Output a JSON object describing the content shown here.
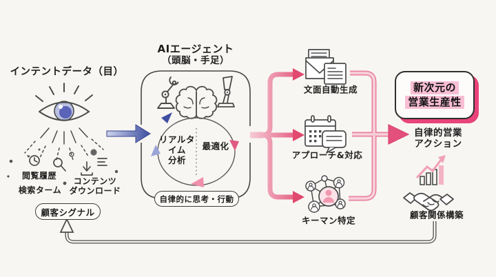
{
  "intent": {
    "title": "インテントデータ（目）",
    "signals": {
      "history": "閲覧履歴",
      "search": "検索ターム",
      "content": "コンテンツ\nダウンロード"
    },
    "badge": "顧客シグナル"
  },
  "agent": {
    "title": "AIエージェント",
    "subtitle": "（頭脳・手足）",
    "left_label": "リアルタ\nイム\n分析",
    "right_label": "最適化",
    "bottom_label": "自律的に思考・行動"
  },
  "outputs": {
    "generate": "文面自動生成",
    "approach": "アプローチ&対応",
    "keyman": "キーマン特定"
  },
  "result": {
    "badge_line1": "新次元の",
    "badge_line2": "営業生産性",
    "action": "自律的営業\nアクション",
    "relationship": "顧客関係構築"
  },
  "icons": {
    "eye": "eye-icon",
    "history": "history-icon",
    "search": "magnifier-icon",
    "download": "download-icon",
    "list": "list-icon",
    "robot_arm": "robot-arm-icon",
    "brain": "brain-icon",
    "robot_leg": "robot-leg-icon",
    "mail": "mail-doc-icon",
    "calendar": "calendar-chat-icon",
    "network": "network-people-icon",
    "growth": "growth-chart-icon",
    "handshake": "handshake-icon"
  },
  "colors": {
    "background": "#f8f6f2",
    "ink": "#1f1f1f",
    "line": "#4a4a4a",
    "accent_blue": "#3f4fa3",
    "accent_blue_light": "#9aa4d8",
    "accent_pink": "#e8437b",
    "pink_light": "#f6c7d5",
    "highlight_pink": "#f8bed4",
    "iris_outer": "#b9c0e2",
    "iris_inner": "#5a63b8"
  }
}
